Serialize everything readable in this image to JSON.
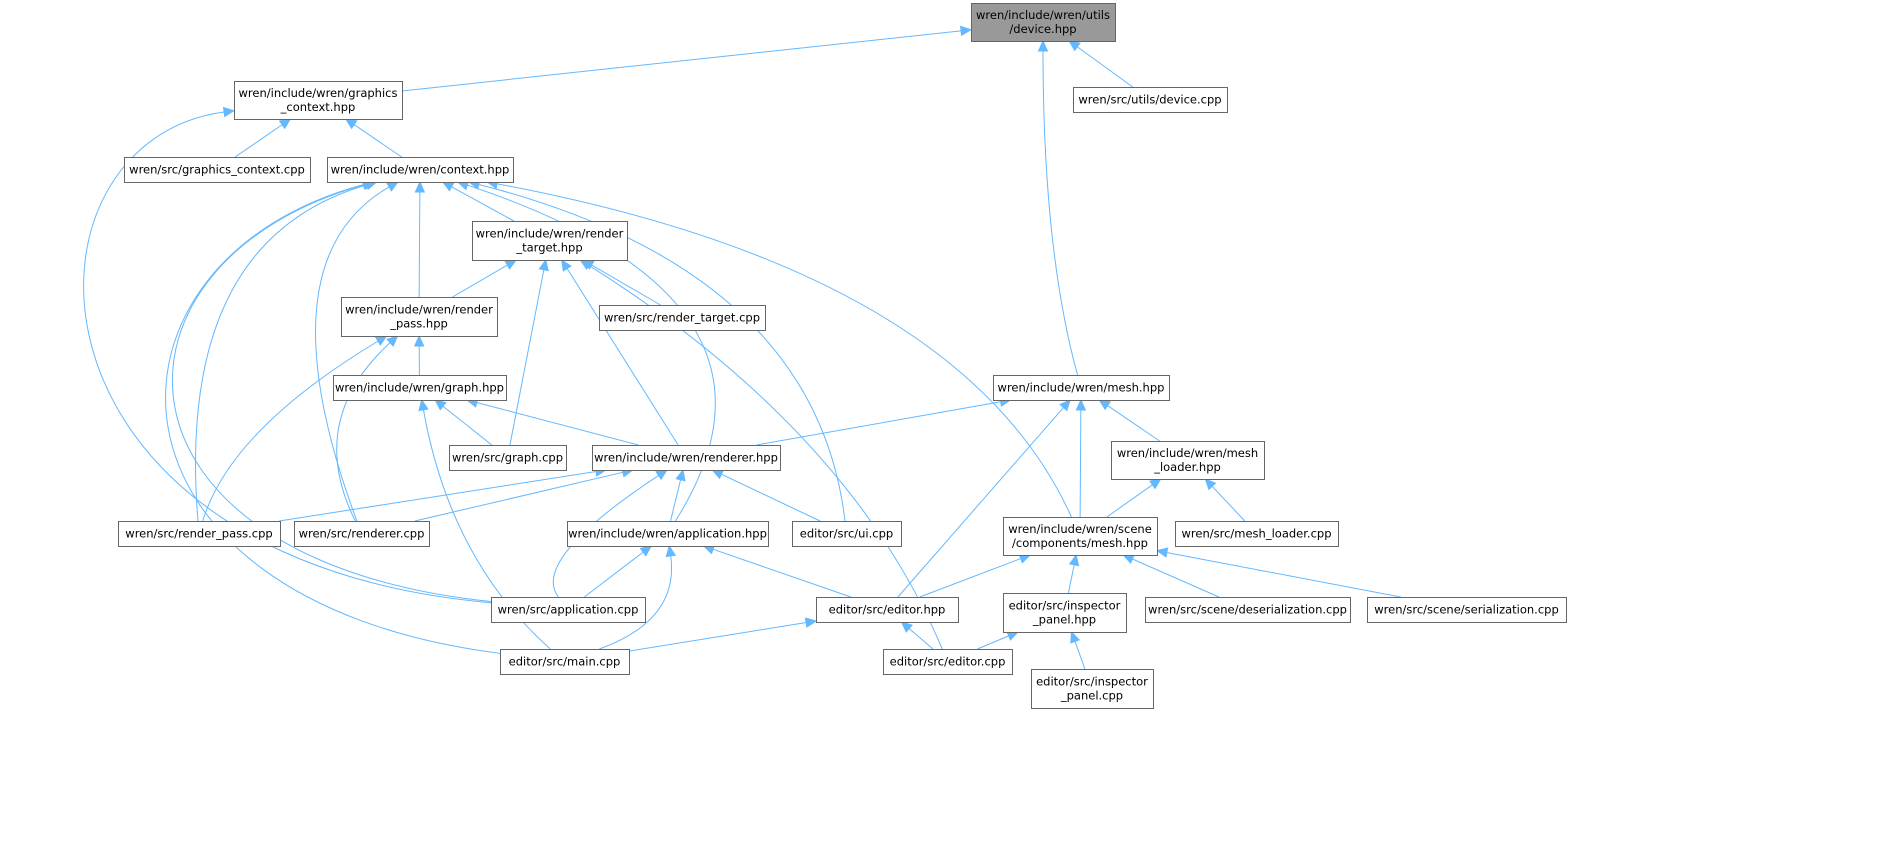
{
  "graph": {
    "colors": {
      "edge": "#63b8ff",
      "current_node": "#999999",
      "node_border": "#666666"
    },
    "nodes": [
      {
        "lines": [
          "wren/include/wren/utils",
          "/device.hpp"
        ],
        "current": true
      },
      {
        "lines": [
          "wren/include/wren/graphics",
          "_context.hpp"
        ]
      },
      {
        "lines": [
          "wren/src/utils/device.cpp"
        ]
      },
      {
        "lines": [
          "wren/src/graphics_context.cpp"
        ]
      },
      {
        "lines": [
          "wren/include/wren/context.hpp"
        ]
      },
      {
        "lines": [
          "wren/include/wren/render",
          "_target.hpp"
        ]
      },
      {
        "lines": [
          "wren/include/wren/render",
          "_pass.hpp"
        ]
      },
      {
        "lines": [
          "wren/src/render_target.cpp"
        ]
      },
      {
        "lines": [
          "wren/include/wren/graph.hpp"
        ]
      },
      {
        "lines": [
          "wren/include/wren/mesh.hpp"
        ]
      },
      {
        "lines": [
          "wren/src/graph.cpp"
        ]
      },
      {
        "lines": [
          "wren/include/wren/renderer.hpp"
        ]
      },
      {
        "lines": [
          "wren/include/wren/mesh",
          "_loader.hpp"
        ]
      },
      {
        "lines": [
          "wren/src/render_pass.cpp"
        ]
      },
      {
        "lines": [
          "wren/src/renderer.cpp"
        ]
      },
      {
        "lines": [
          "wren/include/wren/application.hpp"
        ]
      },
      {
        "lines": [
          "editor/src/ui.cpp"
        ]
      },
      {
        "lines": [
          "wren/include/wren/scene",
          "/components/mesh.hpp"
        ]
      },
      {
        "lines": [
          "wren/src/mesh_loader.cpp"
        ]
      },
      {
        "lines": [
          "wren/src/application.cpp"
        ]
      },
      {
        "lines": [
          "editor/src/editor.hpp"
        ]
      },
      {
        "lines": [
          "editor/src/inspector",
          "_panel.hpp"
        ]
      },
      {
        "lines": [
          "wren/src/scene/deserialization.cpp"
        ]
      },
      {
        "lines": [
          "wren/src/scene/serialization.cpp"
        ]
      },
      {
        "lines": [
          "editor/src/main.cpp"
        ]
      },
      {
        "lines": [
          "editor/src/editor.cpp"
        ]
      },
      {
        "lines": [
          "editor/src/inspector",
          "_panel.cpp"
        ]
      }
    ],
    "edges": [
      [
        1,
        0
      ],
      [
        2,
        0
      ],
      [
        9,
        0
      ],
      [
        3,
        1
      ],
      [
        4,
        1
      ],
      [
        19,
        1
      ],
      [
        5,
        4
      ],
      [
        6,
        4
      ],
      [
        13,
        4
      ],
      [
        14,
        4
      ],
      [
        19,
        4
      ],
      [
        24,
        4
      ],
      [
        15,
        4
      ],
      [
        16,
        4
      ],
      [
        17,
        4
      ],
      [
        6,
        5
      ],
      [
        7,
        5
      ],
      [
        10,
        5
      ],
      [
        11,
        5
      ],
      [
        25,
        5
      ],
      [
        8,
        6
      ],
      [
        13,
        6
      ],
      [
        14,
        6
      ],
      [
        10,
        8
      ],
      [
        11,
        8
      ],
      [
        24,
        8
      ],
      [
        11,
        9
      ],
      [
        12,
        9
      ],
      [
        17,
        9
      ],
      [
        20,
        9
      ],
      [
        13,
        11
      ],
      [
        14,
        11
      ],
      [
        15,
        11
      ],
      [
        16,
        11
      ],
      [
        19,
        11
      ],
      [
        17,
        12
      ],
      [
        18,
        12
      ],
      [
        19,
        15
      ],
      [
        24,
        15
      ],
      [
        20,
        15
      ],
      [
        20,
        17
      ],
      [
        21,
        17
      ],
      [
        22,
        17
      ],
      [
        23,
        17
      ],
      [
        24,
        20
      ],
      [
        25,
        20
      ],
      [
        25,
        21
      ],
      [
        26,
        21
      ]
    ]
  }
}
